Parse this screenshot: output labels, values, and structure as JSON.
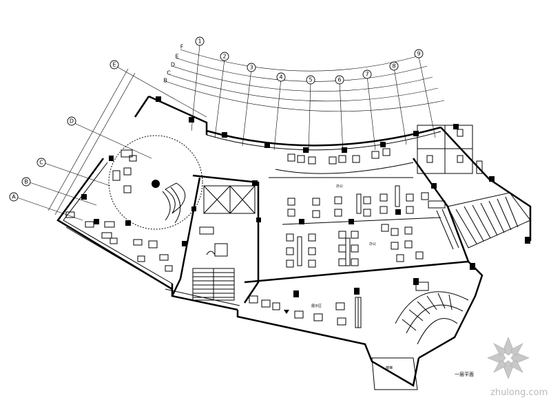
{
  "drawing": {
    "radial_axes": [
      "1",
      "2",
      "3",
      "4",
      "5",
      "6",
      "7",
      "8",
      "9"
    ],
    "arc_axes": [
      "F",
      "E",
      "D",
      "C",
      "B"
    ],
    "left_axes": [
      "E",
      "D",
      "C",
      "B",
      "A"
    ],
    "plan_caption": "一层平面",
    "stair_tag": "楼梯",
    "room_tags": {
      "front": "展示区",
      "office_left": "办公",
      "office_right": "办公"
    }
  },
  "watermark": {
    "site": "zhulong.com",
    "logo": "zhulong-logo"
  },
  "colors": {
    "line": "#000000",
    "background": "#ffffff",
    "watermark": "#b9b9b9"
  }
}
